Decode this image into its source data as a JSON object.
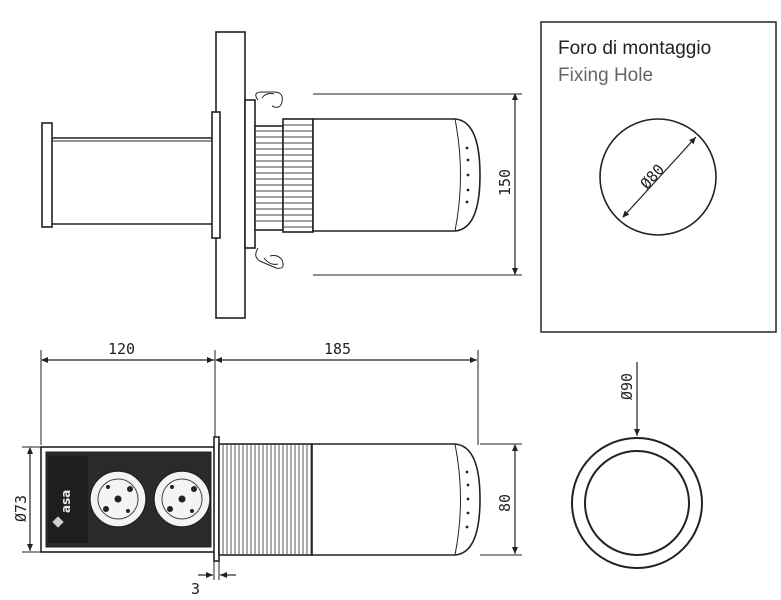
{
  "fixing_hole_panel": {
    "title_it": "Foro di montaggio",
    "title_en": "Fixing Hole",
    "hole_diameter": "Ø80"
  },
  "top_view": {
    "height_dim": "150"
  },
  "side_view": {
    "left_length": "120",
    "right_length": "185",
    "body_height": "80",
    "socket_diameter": "Ø73",
    "flange_thickness": "3",
    "brand": "asa"
  },
  "ring_view": {
    "outer_diameter": "Ø90"
  },
  "colors": {
    "stroke": "#222222",
    "panel_border": "#333333",
    "socket_fill": "#2a2a2a",
    "label_gray": "#666666"
  }
}
